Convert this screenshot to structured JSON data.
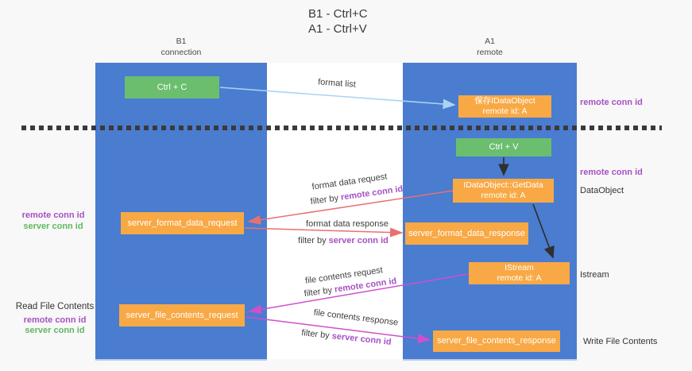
{
  "title": {
    "line1": "B1 - Ctrl+C",
    "line2": "A1 - Ctrl+V"
  },
  "lanes": {
    "left": {
      "name": "B1",
      "subtitle": "connection"
    },
    "right": {
      "name": "A1",
      "subtitle": "remote"
    }
  },
  "boxes": {
    "ctrl_c": {
      "label": "Ctrl + C"
    },
    "ctrl_v": {
      "label": "Ctrl + V"
    },
    "save_idataobject": {
      "line1": "保存IDataObject",
      "line2": "remote id: A"
    },
    "getdata": {
      "line1": "IDataObject::GetData",
      "line2": "remote id: A"
    },
    "istream": {
      "line1": "IStream",
      "line2": "remote id: A"
    },
    "format_request": {
      "label": "server_format_data_request"
    },
    "format_response": {
      "label": "server_format_data_response"
    },
    "file_request": {
      "label": "server_file_contents_request"
    },
    "file_response": {
      "label": "server_file_contents_response"
    }
  },
  "arrow_labels": {
    "format_list": "format list",
    "format_data_request": "format data request",
    "format_data_response": "format data response",
    "file_contents_request": "file contents request",
    "file_contents_response": "file contents response",
    "filter_by": "filter by ",
    "remote_conn_id": "remote conn id",
    "server_conn_id": "server conn id"
  },
  "side_labels": {
    "right_remote_conn_id_top": "remote conn id",
    "right_remote_conn_id_mid": "remote conn id",
    "dataobject": "DataObject",
    "istream": "Istream",
    "write_file_contents": "Write File Contents",
    "read_file_contents": "Read File Contents",
    "left_remote_conn_id_1": "remote conn id",
    "left_server_conn_id_1": "server conn id",
    "left_remote_conn_id_2": "remote conn id",
    "left_server_conn_id_2": "server conn id"
  },
  "colors": {
    "lane_blue": "#4a7cd0",
    "box_green": "#6abe6e",
    "box_orange": "#f8a945",
    "arrow_red": "#e87170",
    "arrow_magenta": "#cf4fcf",
    "arrow_light_blue": "#aad4f2",
    "arrow_black": "#2f2f2f",
    "text_purple": "#a651c4",
    "text_green": "#5fb860"
  }
}
